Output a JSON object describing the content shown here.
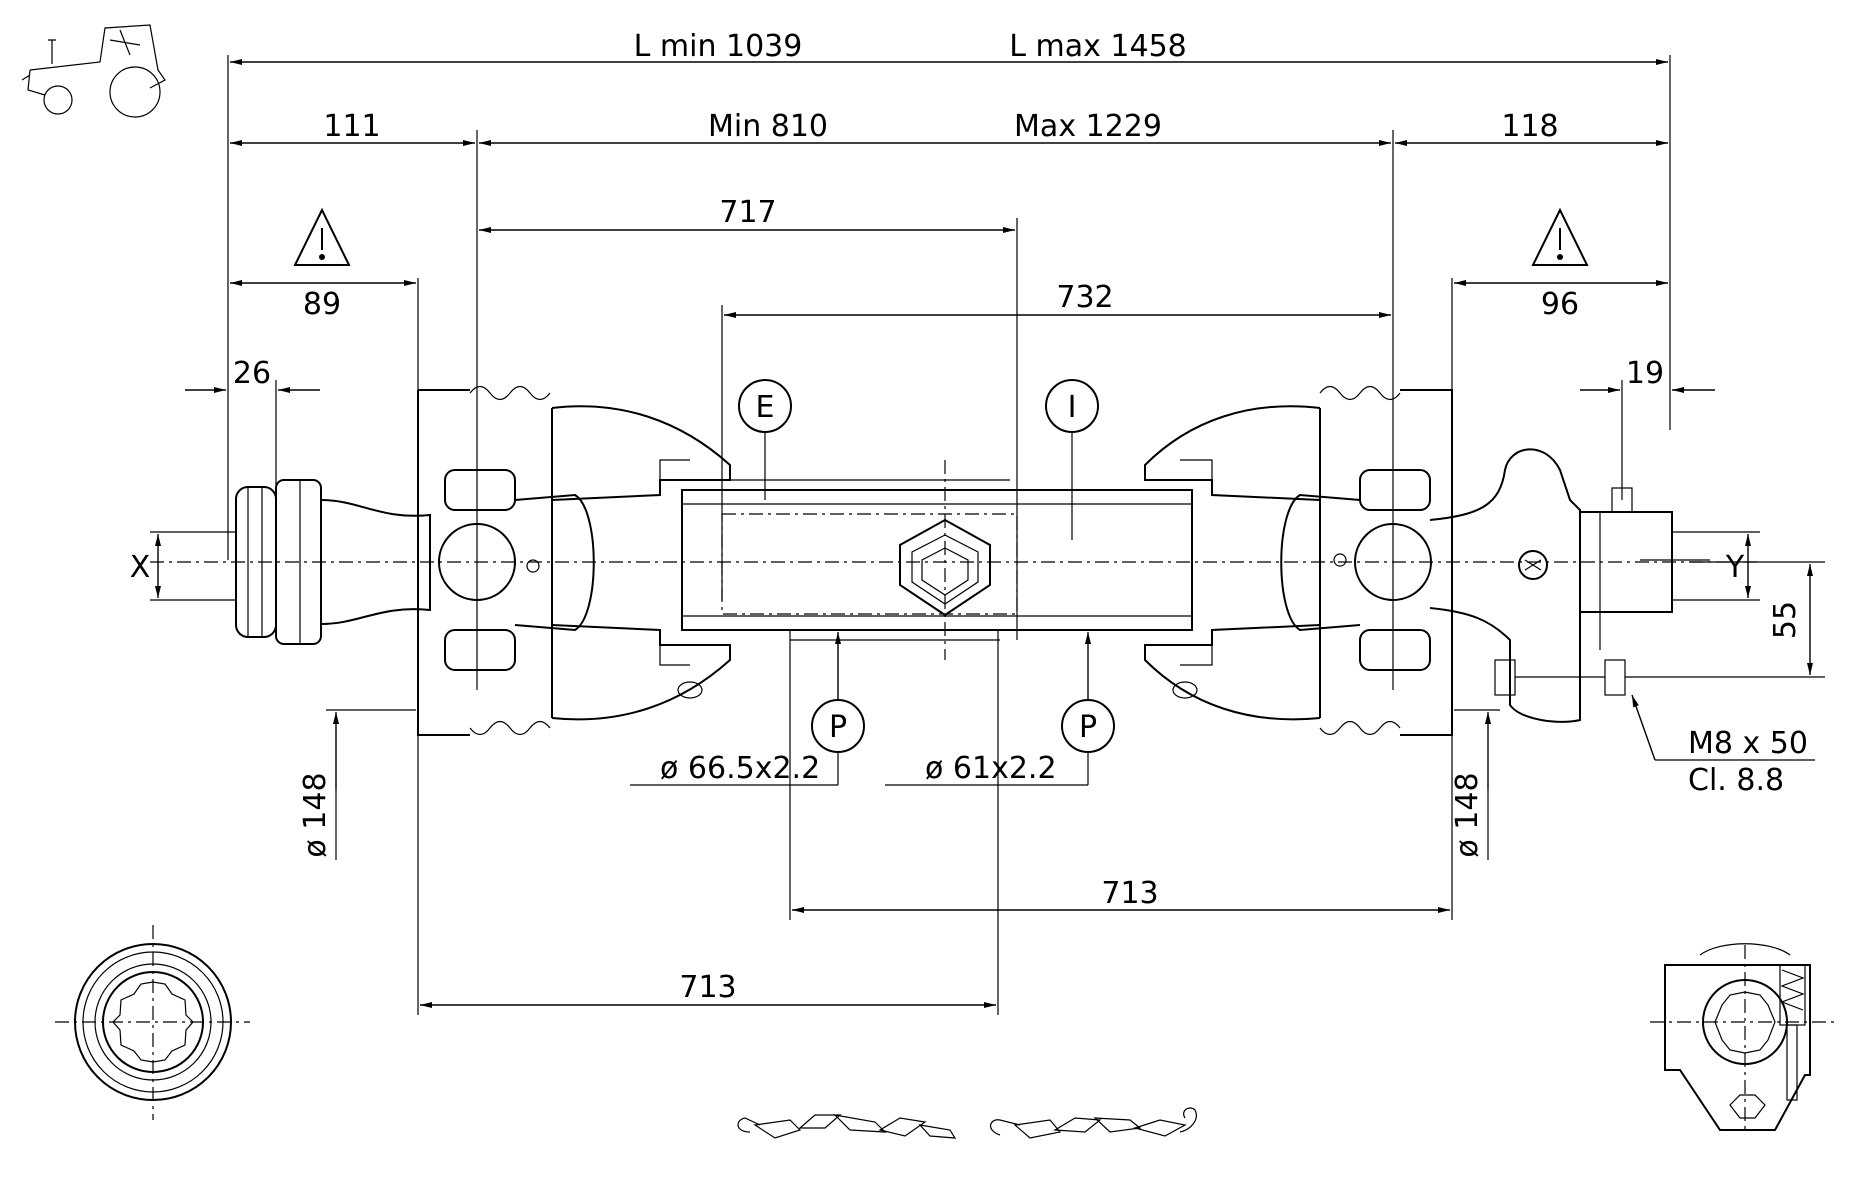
{
  "dimensions": {
    "l_min": "L min 1039",
    "l_max": "L max 1458",
    "left_end": "111",
    "min": "Min 810",
    "max": "Max 1229",
    "right_end": "118",
    "inner_len": "717",
    "outer_len": "732",
    "left_guard": "89",
    "right_guard": "96",
    "left_small": "26",
    "right_small": "19",
    "offset": "55",
    "guard_dia_left": "ø 148",
    "guard_dia_right": "ø 148",
    "tube_outer": "ø 66.5x2.2",
    "tube_inner": "ø 61x2.2",
    "bottom_right_len": "713",
    "bottom_left_len": "713",
    "bolt": "M8 x 50",
    "bolt_class": "Cl. 8.8"
  },
  "markers": {
    "x": "X",
    "y": "Y",
    "e": "E",
    "i": "I",
    "p1": "P",
    "p2": "P"
  },
  "icons": {
    "tractor": "tractor-icon",
    "warning": "warning-triangle-icon",
    "chain": "safety-chain-icon"
  }
}
